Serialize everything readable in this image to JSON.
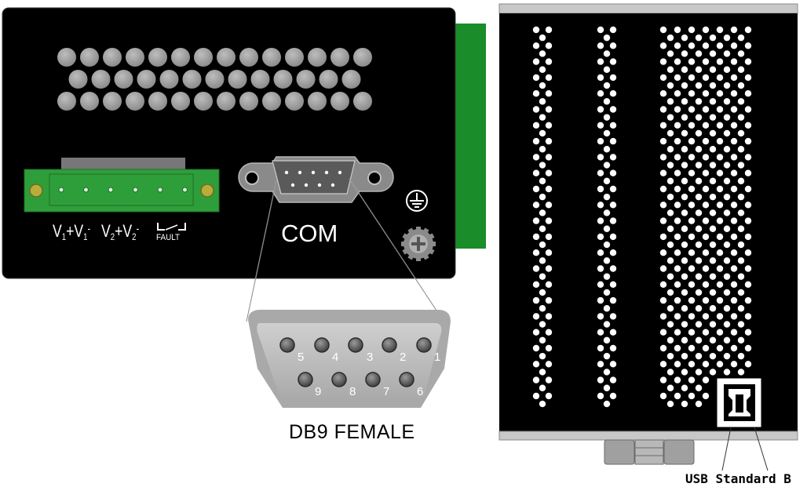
{
  "left_panel": {
    "terminal_block": {
      "labels": [
        "V",
        "1",
        "+V",
        "1",
        "V",
        "2",
        "+V",
        "2"
      ],
      "minus_sign": "-",
      "fault_label": "FAULT"
    },
    "com_port": {
      "label": "COM"
    },
    "ground_symbol": "ground-icon"
  },
  "db9_connector": {
    "label": "DB9 FEMALE",
    "top_row_pins": [
      "5",
      "4",
      "3",
      "2",
      "1"
    ],
    "bottom_row_pins": [
      "9",
      "8",
      "7",
      "6"
    ]
  },
  "right_panel": {
    "usb_port": {
      "label": "USB Standard B"
    }
  },
  "colors": {
    "panel": "#000000",
    "din_rail_clip": "#1a8c2a",
    "terminal_block": "#2e9e3a",
    "connector_gray": "#a9a9a9",
    "vent_hole_left": "#9a9a9a",
    "vent_hole_right": "#ffffff"
  }
}
